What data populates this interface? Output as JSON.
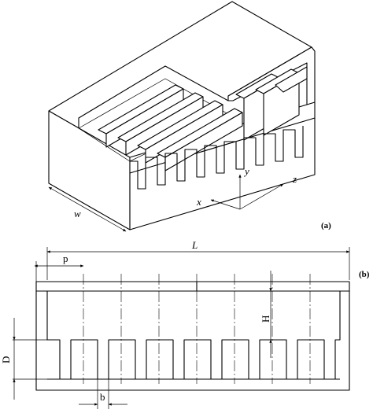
{
  "panel_a": {
    "label": "(a)",
    "dimension_w": "w",
    "axes": {
      "x": "x",
      "y": "y",
      "z": "z"
    }
  },
  "panel_b": {
    "label": "(b)",
    "dimensions": {
      "L": "L",
      "p": "p",
      "H": "H",
      "D": "D",
      "b": "b"
    }
  }
}
